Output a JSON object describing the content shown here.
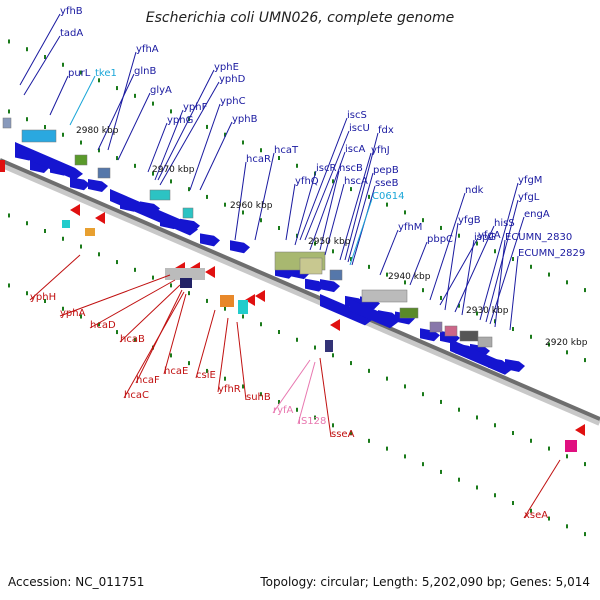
{
  "title": "Escherichia coli UMN026, complete genome",
  "footer": {
    "accession": "Accession: NC_011751",
    "summary": "Topology: circular; Length: 5,202,090 bp; Genes: 5,014"
  },
  "colors": {
    "forward_gene": "#1515d0",
    "reverse_gene": "#e01010",
    "forward_label": "#1a1aa0",
    "reverse_label": "#c01010",
    "rna_label": "#1aa6d8",
    "is_label": "#e878b0",
    "backbone": "#7a7a7a",
    "tick": "#1a7a1a"
  },
  "scale_labels": [
    "2980 kbp",
    "2970 kbp",
    "2960 kbp",
    "2950 kbp",
    "2940 kbp",
    "2930 kbp",
    "2920 kbp"
  ],
  "labels_forward": [
    "yfhB",
    "tadA",
    "purL",
    "glnB",
    "yfhA",
    "glyA",
    "yphE",
    "yphD",
    "yphF",
    "yphG",
    "yphC",
    "yphB",
    "hcaR",
    "hcaT",
    "iscS",
    "iscU",
    "fdx",
    "iscA",
    "iscR",
    "hscB",
    "yfhJ",
    "yfhQ",
    "hscA",
    "pepB",
    "sseB",
    "yfhM",
    "pbpC",
    "ndk",
    "yfgA",
    "yfgB",
    "hisS",
    "ispG",
    "yfgM",
    "yfgL",
    "engA",
    "ECUMN_2830",
    "ECUMN_2829"
  ],
  "labels_rna": [
    "tke1",
    "C0614"
  ],
  "labels_reverse": [
    "yphH",
    "yphA",
    "hcaD",
    "hcaB",
    "hcaF",
    "hcaC",
    "hcaE",
    "csiE",
    "yfhR",
    "suhB",
    "sseA",
    "xseA"
  ],
  "labels_is": [
    "ryfA",
    "IS128"
  ]
}
